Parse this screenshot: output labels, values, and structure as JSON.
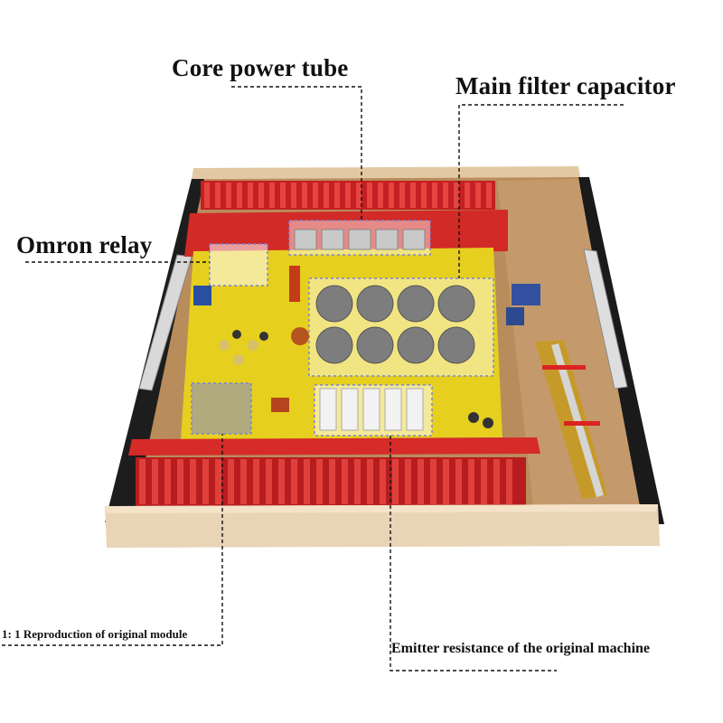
{
  "labels": {
    "core_power_tube": "Core power tube",
    "main_filter_capacitor": "Main filter capacitor",
    "omron_relay": "Omron relay",
    "module_reproduction": "1: 1 Reproduction of original module",
    "emitter_resistance": "Emitter resistance of the original machine"
  },
  "colors": {
    "heatsink": "#d8282a",
    "pcb": "#e8d21c",
    "chassis": "#1b1b1b",
    "faceplate": "#e9d4b6",
    "highlight": "#7a84d8"
  }
}
